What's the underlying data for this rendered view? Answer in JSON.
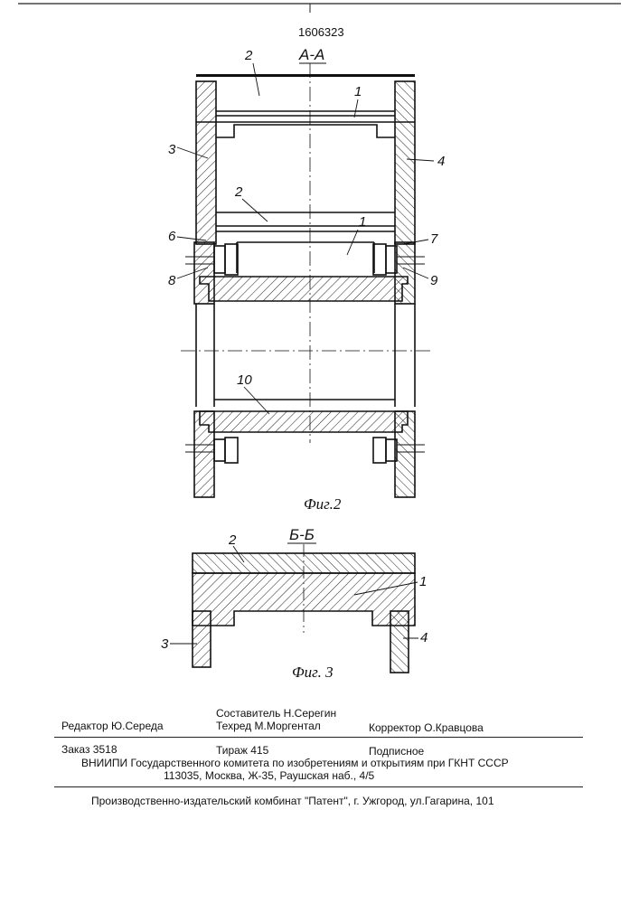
{
  "header": {
    "patent_number": "1606323"
  },
  "figure2": {
    "section_label": "А-А",
    "caption": "Фиг.2",
    "callouts": [
      "2",
      "1",
      "3",
      "4",
      "2",
      "1",
      "6",
      "7",
      "8",
      "9",
      "10"
    ]
  },
  "figure3": {
    "section_label": "Б-Б",
    "caption": "Фиг. 3",
    "callouts": [
      "2",
      "1",
      "3",
      "4"
    ]
  },
  "imprint": {
    "editor": "Редактор  Ю.Середа",
    "compiler": "Составитель  Н.Серегин",
    "techred": "Техред М.Моргентал",
    "corrector": "Корректор  О.Кравцова",
    "order": "Заказ  3518",
    "circulation": "Тираж 415",
    "subscription": "Подписное",
    "institute": "ВНИИПИ Государственного комитета по изобретениям и открытиям при ГКНТ СССР",
    "address": "113035, Москва, Ж-35, Раушская наб., 4/5",
    "publisher": "Производственно-издательский комбинат \"Патент\", г. Ужгород, ул.Гагарина, 101"
  }
}
